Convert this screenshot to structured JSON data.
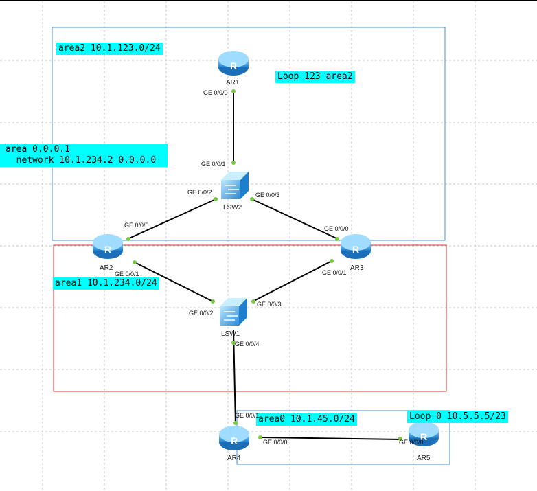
{
  "areas": [
    {
      "label": "area2 10.1.123.0/24",
      "color": "#4a90d9"
    },
    {
      "label": "area1 10.1.234.0/24",
      "color": "#e03030"
    },
    {
      "label": "area0 10.1.45.0/24",
      "color": "#4a90d9"
    }
  ],
  "notes": {
    "loop123": "Loop 123 area2",
    "area_cfg": "area 0.0.0.1\n  network 10.1.234.2 0.0.0.0",
    "loop0": "Loop 0 10.5.5.5/23"
  },
  "devices": {
    "AR1": {
      "name": "AR1",
      "type": "router"
    },
    "LSW2": {
      "name": "LSW2",
      "type": "switch"
    },
    "AR2": {
      "name": "AR2",
      "type": "router"
    },
    "AR3": {
      "name": "AR3",
      "type": "router"
    },
    "LSW1": {
      "name": "LSW1",
      "type": "switch"
    },
    "AR4": {
      "name": "AR4",
      "type": "router"
    },
    "AR5": {
      "name": "AR5",
      "type": "router"
    }
  },
  "ports": {
    "ar1_g000": "GE 0/0/0",
    "lsw2_g001": "GE 0/0/1",
    "lsw2_g002": "GE 0/0/2",
    "lsw2_g003": "GE 0/0/3",
    "ar2_g000": "GE 0/0/0",
    "ar3_g000": "GE 0/0/0",
    "ar2_g001": "GE 0/0/1",
    "ar3_g001": "GE 0/0/1",
    "lsw1_g002": "GE 0/0/2",
    "lsw1_g003": "GE 0/0/3",
    "lsw1_g004": "GE 0/0/4",
    "ar4_g001": "GE 0/0/1",
    "ar4_g000": "GE 0/0/0",
    "ar5_g000": "GE 0/0/0"
  },
  "links": [
    [
      "AR1",
      "LSW2"
    ],
    [
      "LSW2",
      "AR2"
    ],
    [
      "LSW2",
      "AR3"
    ],
    [
      "AR2",
      "LSW1"
    ],
    [
      "AR3",
      "LSW1"
    ],
    [
      "LSW1",
      "AR4"
    ],
    [
      "AR4",
      "AR5"
    ]
  ],
  "colors": {
    "router": "#3aa0e0",
    "switch": "#3ab0e0",
    "link": "#000000",
    "port_dot": "#7ac943",
    "grid": "#c8c8c8"
  }
}
